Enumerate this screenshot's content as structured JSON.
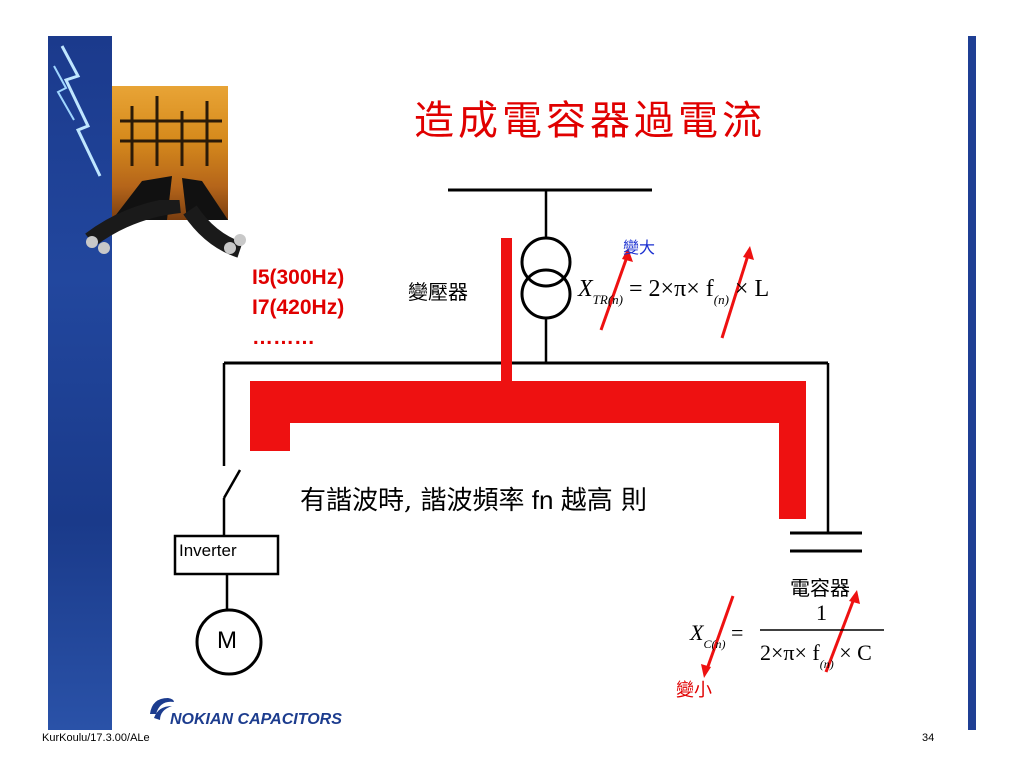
{
  "slide": {
    "title": "造成電容器過電流",
    "harmonics": [
      "I5(300Hz)",
      "I7(420Hz)",
      "………"
    ],
    "transformer_label": "變壓器",
    "increase_label": "變大",
    "sentence_a": "有諧波時",
    "sentence_b": ", ",
    "sentence_c": "諧波頻率",
    "sentence_d": " fn ",
    "sentence_e": "越高 則",
    "inverter_label": "Inverter",
    "motor_label": "M",
    "capacitor_label": "電容器",
    "decrease_label": "變小",
    "logo_text": "NOKIAN CAPACITORS",
    "footer_left": "KurKoulu/17.3.00/ALe",
    "page_number": "34"
  },
  "formula_transformer": {
    "X": "X",
    "sub": "TR(n)",
    "eq": "= 2×π× f",
    "sub_f": "(n)",
    "tail": "× L"
  },
  "formula_capacitor": {
    "X": "X",
    "sub": "C(n)",
    "eq": "=",
    "numerator": "1",
    "denominator_a": "2×π× f",
    "denominator_sub": "(n)",
    "denominator_b": "× C"
  },
  "colors": {
    "current_path": "#ee1111",
    "title": "#e00000",
    "sidebar": "#1f3f94",
    "increase_note": "#1a2fd0"
  },
  "icons": [
    "transformer-symbol",
    "switch-symbol",
    "capacitor-symbol",
    "motor-symbol",
    "nokian-logo-icon"
  ]
}
